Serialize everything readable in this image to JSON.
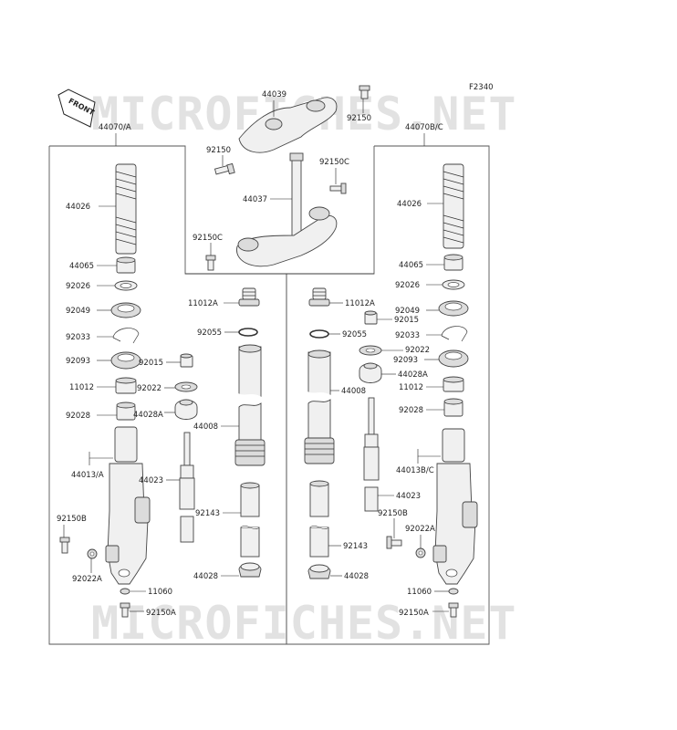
{
  "diagram": {
    "code": "F2340",
    "front_label": "FRONT",
    "watermark": "MICROFICHES.NET",
    "assembly_left": "44070/A",
    "assembly_right": "44070B/C",
    "top": {
      "handle": "44039",
      "bolt_top": "92150",
      "bolt_left": "92150",
      "bolt_c1": "92150C",
      "stem": "44037",
      "bolt_c2": "92150C"
    },
    "left": {
      "spring": "44026",
      "p44065": "44065",
      "p92026": "92026",
      "p92049": "92049",
      "p92033": "92033",
      "p92093": "92093",
      "p11012": "11012",
      "p92028": "92028",
      "p44013": "44013/A",
      "p92150b": "92150B",
      "p92022a": "92022A",
      "p11060": "11060",
      "p92150a": "92150A",
      "p11012a": "11012A",
      "p92055": "92055",
      "p92015": "92015",
      "p92022": "92022",
      "p44028a": "44028A",
      "p44008": "44008",
      "p44023": "44023",
      "p92143": "92143",
      "p44028": "44028"
    },
    "right": {
      "spring": "44026",
      "p44065": "44065",
      "p92026": "92026",
      "p92049": "92049",
      "p92033": "92033",
      "p92093": "92093",
      "p11012": "11012",
      "p92028": "92028",
      "p44013": "44013B/C",
      "p92150b": "92150B",
      "p92022a": "92022A",
      "p11060": "11060",
      "p92150a": "92150A",
      "p11012a": "11012A",
      "p92015": "92015",
      "p92055": "92055",
      "p92022": "92022",
      "p44028a": "44028A",
      "p44008": "44008",
      "p44023": "44023",
      "p92143": "92143",
      "p44028": "44028"
    }
  }
}
